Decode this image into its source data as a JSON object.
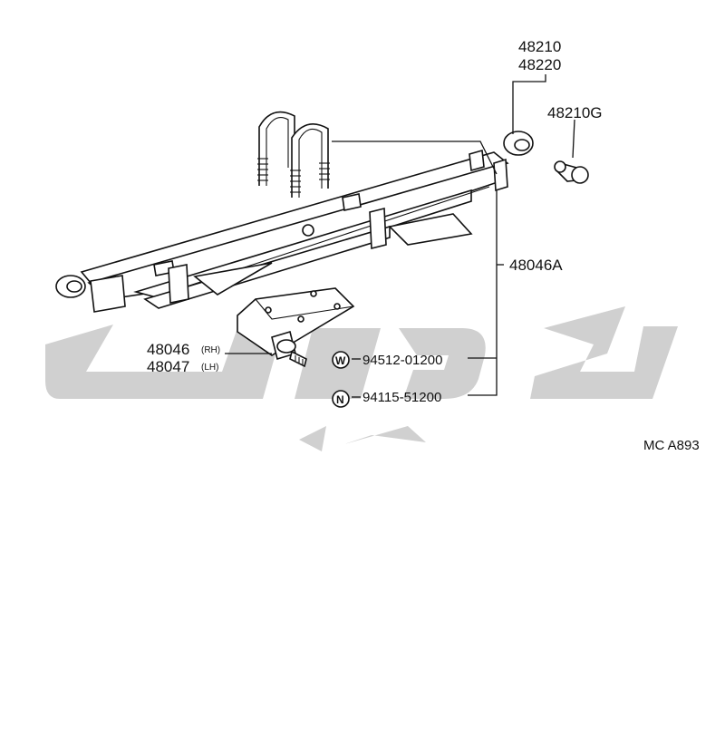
{
  "parts": {
    "spring_assy_rh": "48210",
    "spring_assy_lh": "48220",
    "bushing": "48210G",
    "leaf_spring": "48046A",
    "bracket_rh": "48046",
    "bracket_rh_side": "(RH)",
    "bracket_lh": "48047",
    "bracket_lh_side": "(LH)",
    "washer": "94512-01200",
    "washer_mark": "W",
    "nut": "94115-51200",
    "nut_mark": "N"
  },
  "diagram_code": "MC A893"
}
